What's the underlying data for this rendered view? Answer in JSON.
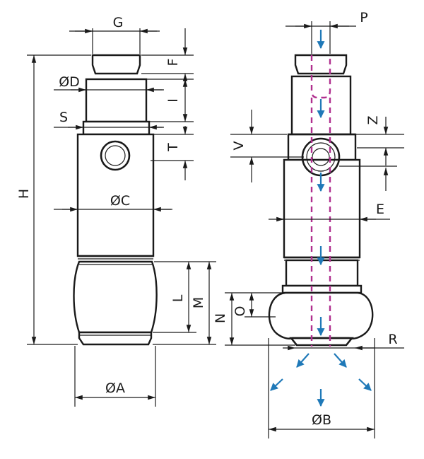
{
  "labels": {
    "G": "G",
    "F": "F",
    "D": "ØD",
    "I": "I",
    "S": "S",
    "T": "T",
    "H": "H",
    "C": "ØC",
    "L": "L",
    "M": "M",
    "A": "ØA",
    "P": "P",
    "Z": "Z",
    "V": "V",
    "E": "E",
    "N": "N",
    "O": "O",
    "R": "R",
    "B": "ØB"
  },
  "colors": {
    "outline": "#1a1a1a",
    "flow_path": "#b0308f",
    "flow_arrow": "#1f79b8"
  }
}
